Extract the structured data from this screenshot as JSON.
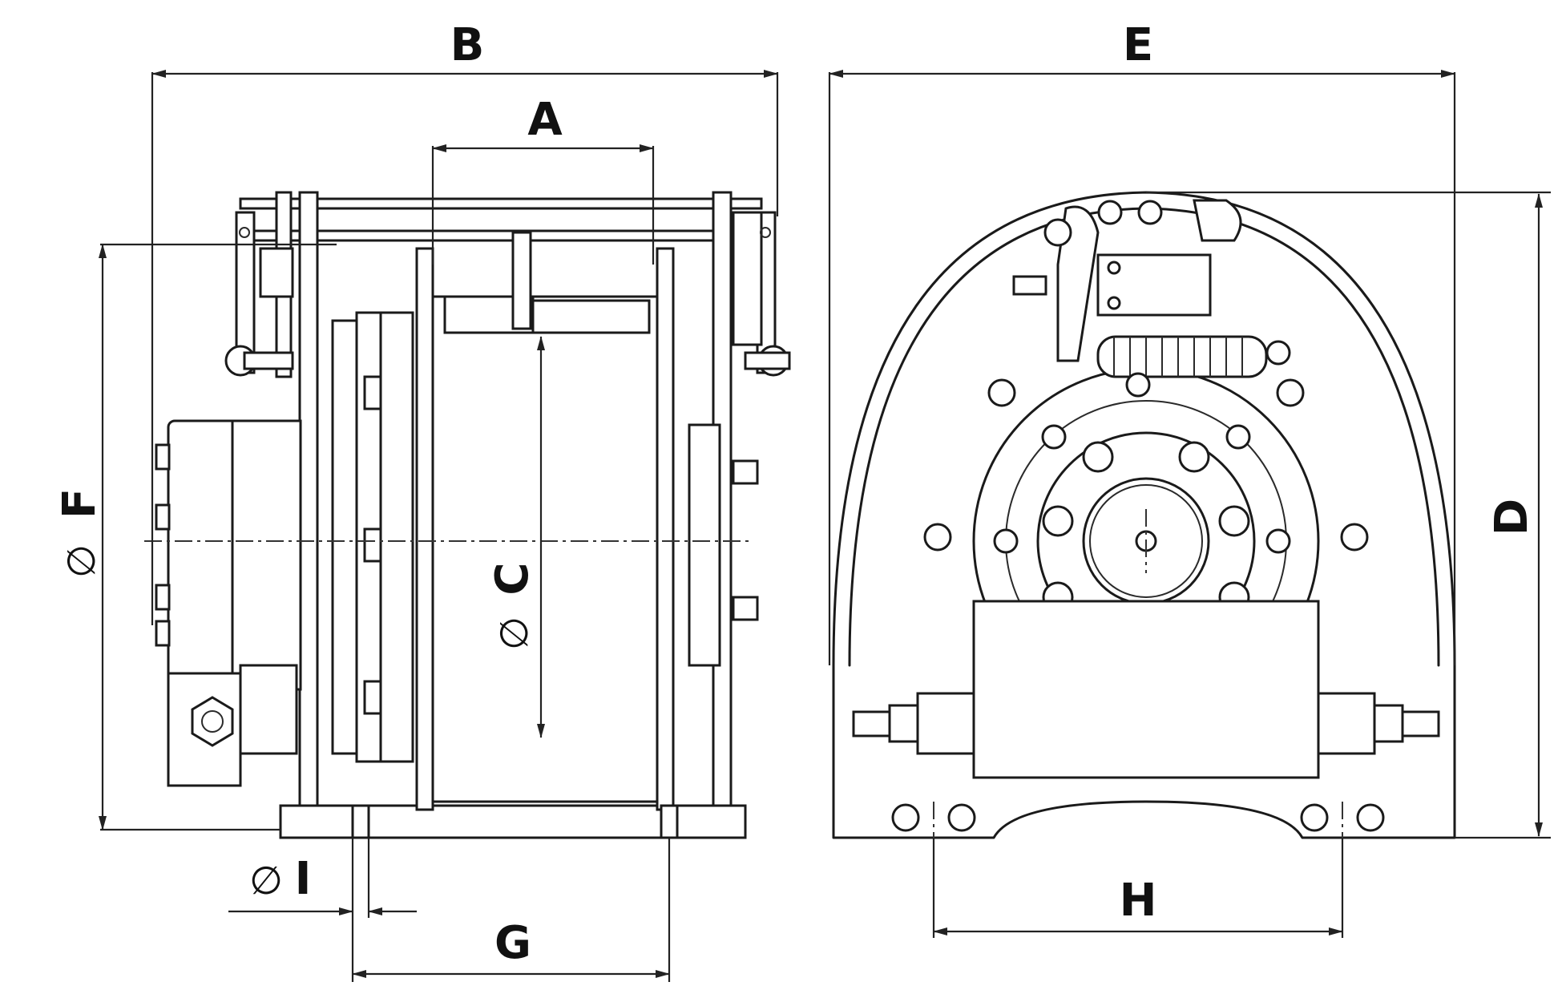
{
  "labels": {
    "A": "A",
    "B": "B",
    "C": "C",
    "D": "D",
    "E": "E",
    "F": "F",
    "G": "G",
    "H": "H",
    "I": "I",
    "diameter_symbol": "∅"
  }
}
